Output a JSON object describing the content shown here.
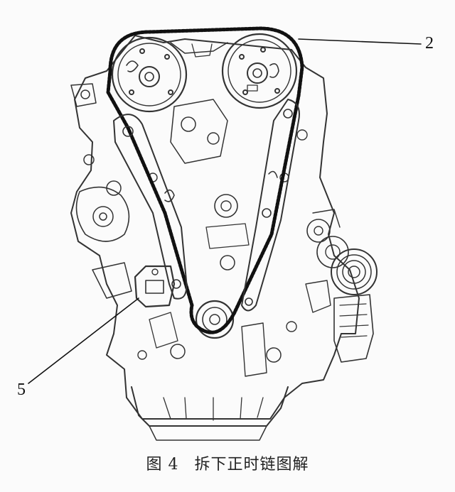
{
  "callouts": [
    {
      "id": "2",
      "label": "2"
    },
    {
      "id": "5",
      "label": "5"
    }
  ],
  "caption": {
    "figure_number": "图 4",
    "title": "拆下正时链图解"
  }
}
